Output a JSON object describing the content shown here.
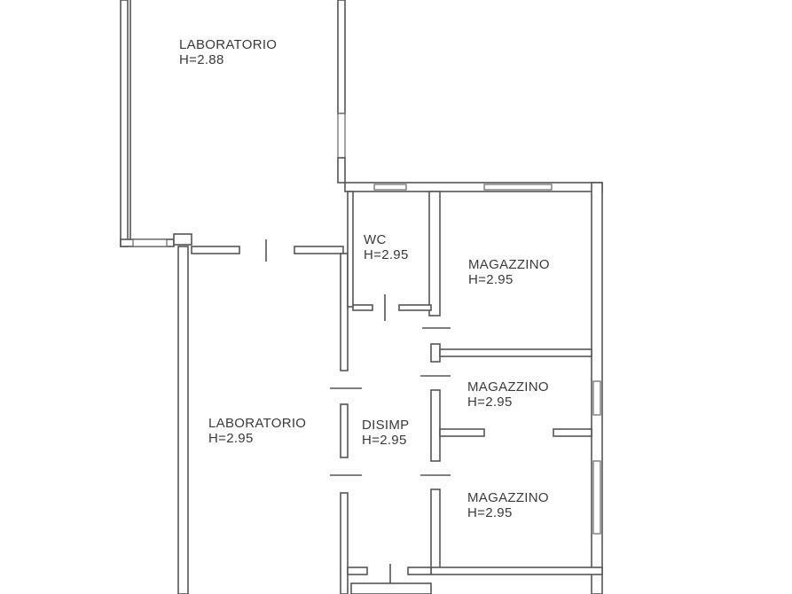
{
  "rooms": [
    {
      "id": "laboratorio-1",
      "name": "LABORATORIO",
      "height": "H=2.88"
    },
    {
      "id": "wc",
      "name": "WC",
      "height": "H=2.95"
    },
    {
      "id": "magazzino-1",
      "name": "MAGAZZINO",
      "height": "H=2.95"
    },
    {
      "id": "magazzino-2",
      "name": "MAGAZZINO",
      "height": "H=2.95"
    },
    {
      "id": "laboratorio-2",
      "name": "LABORATORIO",
      "height": "H=2.95"
    },
    {
      "id": "disimp",
      "name": "DISIMP",
      "height": "H=2.95"
    },
    {
      "id": "magazzino-3",
      "name": "MAGAZZINO",
      "height": "H=2.95"
    }
  ],
  "colors": {
    "wall_stroke": "#555555",
    "label_text": "#3a3a3a",
    "background": "#ffffff"
  }
}
